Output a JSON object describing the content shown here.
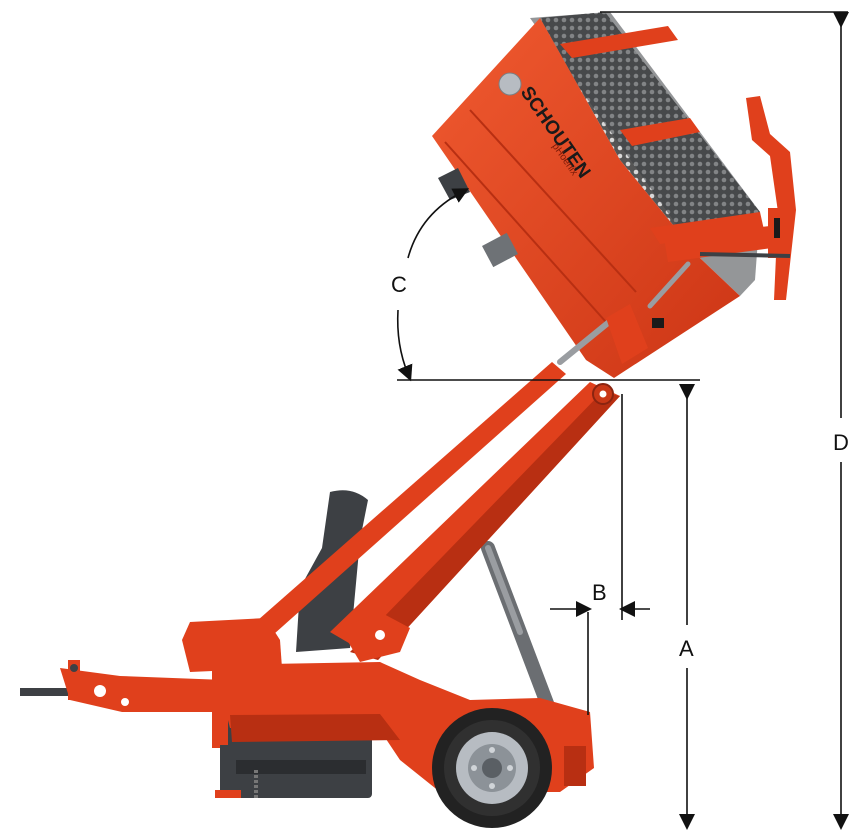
{
  "labels": {
    "a": "A",
    "b": "B",
    "c": "C",
    "d": "D"
  },
  "brand": {
    "name": "SCHOUTEN",
    "model": "pHoenix"
  },
  "colors": {
    "body": "#e0401c",
    "body_dark": "#b82f12",
    "body_light": "#f05a30",
    "grey": "#3d4044",
    "tire": "#222222",
    "line": "#111111"
  }
}
